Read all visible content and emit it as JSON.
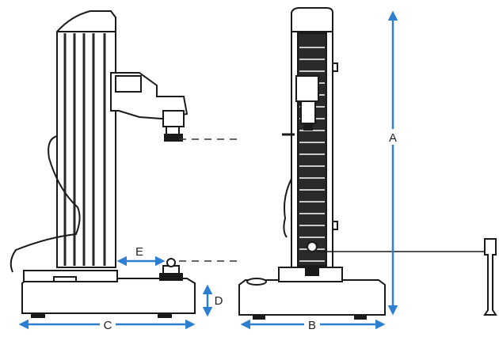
{
  "diagram": {
    "dimension_labels": {
      "a": "A",
      "b": "B",
      "c": "C",
      "d": "D",
      "e": "E"
    },
    "colors": {
      "arrow": "#2f7fd0",
      "outline": "#1a1a1a",
      "fill": "#ffffff",
      "column_shade": "#2a2a2a"
    }
  }
}
